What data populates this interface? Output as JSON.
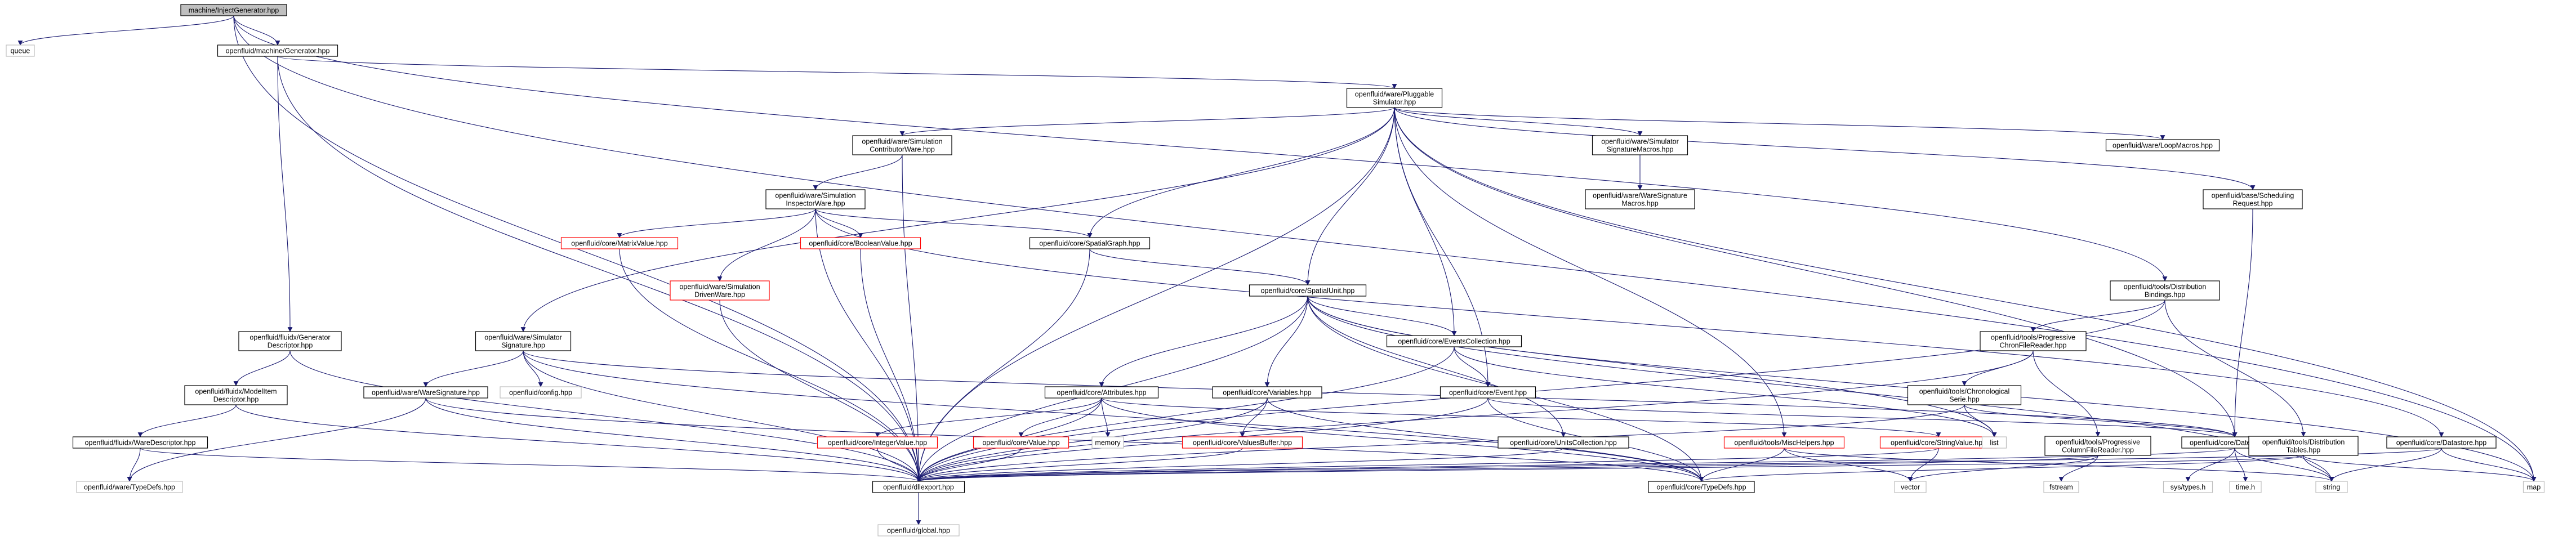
{
  "graph": {
    "nodes": [
      {
        "id": "root",
        "lines": [
          "machine/InjectGenerator.hpp"
        ],
        "kind": "root"
      },
      {
        "id": "queue",
        "lines": [
          "queue"
        ],
        "kind": "external"
      },
      {
        "id": "gen",
        "lines": [
          "openfluid/machine/Generator.hpp"
        ],
        "kind": "normal"
      },
      {
        "id": "pluggable",
        "lines": [
          "openfluid/ware/Pluggable",
          "Simulator.hpp"
        ],
        "kind": "normal"
      },
      {
        "id": "contrib",
        "lines": [
          "openfluid/ware/Simulation",
          "ContributorWare.hpp"
        ],
        "kind": "normal"
      },
      {
        "id": "simsigmacros",
        "lines": [
          "openfluid/ware/Simulator",
          "SignatureMacros.hpp"
        ],
        "kind": "normal"
      },
      {
        "id": "loopmacros",
        "lines": [
          "openfluid/ware/LoopMacros.hpp"
        ],
        "kind": "normal"
      },
      {
        "id": "schedreq",
        "lines": [
          "openfluid/base/Scheduling",
          "Request.hpp"
        ],
        "kind": "normal"
      },
      {
        "id": "waresigmacros",
        "lines": [
          "openfluid/ware/WareSignature",
          "Macros.hpp"
        ],
        "kind": "normal"
      },
      {
        "id": "inspector",
        "lines": [
          "openfluid/ware/Simulation",
          "InspectorWare.hpp"
        ],
        "kind": "normal"
      },
      {
        "id": "matrix",
        "lines": [
          "openfluid/core/MatrixValue.hpp"
        ],
        "kind": "truncated"
      },
      {
        "id": "boolean",
        "lines": [
          "openfluid/core/BooleanValue.hpp"
        ],
        "kind": "truncated"
      },
      {
        "id": "spatialgraph",
        "lines": [
          "openfluid/core/SpatialGraph.hpp"
        ],
        "kind": "normal"
      },
      {
        "id": "drivenware",
        "lines": [
          "openfluid/ware/Simulation",
          "DrivenWare.hpp"
        ],
        "kind": "truncated"
      },
      {
        "id": "spatialunit",
        "lines": [
          "openfluid/core/SpatialUnit.hpp"
        ],
        "kind": "normal"
      },
      {
        "id": "distbind",
        "lines": [
          "openfluid/tools/Distribution",
          "Bindings.hpp"
        ],
        "kind": "normal"
      },
      {
        "id": "gendesc",
        "lines": [
          "openfluid/fluidx/Generator",
          "Descriptor.hpp"
        ],
        "kind": "normal"
      },
      {
        "id": "simsig",
        "lines": [
          "openfluid/ware/Simulator",
          "Signature.hpp"
        ],
        "kind": "normal"
      },
      {
        "id": "evcoll",
        "lines": [
          "openfluid/core/EventsCollection.hpp"
        ],
        "kind": "normal"
      },
      {
        "id": "progchrono",
        "lines": [
          "openfluid/tools/Progressive",
          "ChronFileReader.hpp"
        ],
        "kind": "normal"
      },
      {
        "id": "modeldesc",
        "lines": [
          "openfluid/fluidx/ModelItem",
          "Descriptor.hpp"
        ],
        "kind": "normal"
      },
      {
        "id": "waresig",
        "lines": [
          "openfluid/ware/WareSignature.hpp"
        ],
        "kind": "normal"
      },
      {
        "id": "config",
        "lines": [
          "openfluid/config.hpp"
        ],
        "kind": "external"
      },
      {
        "id": "attributes",
        "lines": [
          "openfluid/core/Attributes.hpp"
        ],
        "kind": "normal"
      },
      {
        "id": "variables",
        "lines": [
          "openfluid/core/Variables.hpp"
        ],
        "kind": "normal"
      },
      {
        "id": "event",
        "lines": [
          "openfluid/core/Event.hpp"
        ],
        "kind": "normal"
      },
      {
        "id": "chronoserie",
        "lines": [
          "openfluid/tools/Chronological",
          "Serie.hpp"
        ],
        "kind": "normal"
      },
      {
        "id": "waredesc",
        "lines": [
          "openfluid/fluidx/WareDescriptor.hpp"
        ],
        "kind": "normal"
      },
      {
        "id": "integer",
        "lines": [
          "openfluid/core/IntegerValue.hpp"
        ],
        "kind": "truncated"
      },
      {
        "id": "value",
        "lines": [
          "openfluid/core/Value.hpp"
        ],
        "kind": "truncated"
      },
      {
        "id": "memory",
        "lines": [
          "memory"
        ],
        "kind": "external"
      },
      {
        "id": "valuesbuf",
        "lines": [
          "openfluid/core/ValuesBuffer.hpp"
        ],
        "kind": "truncated"
      },
      {
        "id": "unitscoll",
        "lines": [
          "openfluid/core/UnitsCollection.hpp"
        ],
        "kind": "normal"
      },
      {
        "id": "mischelp",
        "lines": [
          "openfluid/tools/MiscHelpers.hpp"
        ],
        "kind": "truncated"
      },
      {
        "id": "stringval",
        "lines": [
          "openfluid/core/StringValue.hpp"
        ],
        "kind": "truncated"
      },
      {
        "id": "list",
        "lines": [
          "list"
        ],
        "kind": "external"
      },
      {
        "id": "progcol",
        "lines": [
          "openfluid/tools/Progressive",
          "ColumnFileReader.hpp"
        ],
        "kind": "normal"
      },
      {
        "id": "datetime",
        "lines": [
          "openfluid/core/DateTime.hpp"
        ],
        "kind": "normal"
      },
      {
        "id": "disttables",
        "lines": [
          "openfluid/tools/Distribution",
          "Tables.hpp"
        ],
        "kind": "normal"
      },
      {
        "id": "datastore",
        "lines": [
          "openfluid/core/Datastore.hpp"
        ],
        "kind": "normal"
      },
      {
        "id": "waretypedefs",
        "lines": [
          "openfluid/ware/TypeDefs.hpp"
        ],
        "kind": "external"
      },
      {
        "id": "dllexport",
        "lines": [
          "openfluid/dllexport.hpp"
        ],
        "kind": "normal"
      },
      {
        "id": "coretypedefs",
        "lines": [
          "openfluid/core/TypeDefs.hpp"
        ],
        "kind": "normal"
      },
      {
        "id": "vector",
        "lines": [
          "vector"
        ],
        "kind": "external"
      },
      {
        "id": "fstream",
        "lines": [
          "fstream"
        ],
        "kind": "external"
      },
      {
        "id": "systypes",
        "lines": [
          "sys/types.h"
        ],
        "kind": "external"
      },
      {
        "id": "timeh",
        "lines": [
          "time.h"
        ],
        "kind": "external"
      },
      {
        "id": "string",
        "lines": [
          "string"
        ],
        "kind": "external"
      },
      {
        "id": "map",
        "lines": [
          "map"
        ],
        "kind": "external"
      },
      {
        "id": "global",
        "lines": [
          "openfluid/global.hpp"
        ],
        "kind": "external"
      }
    ],
    "edges": [
      [
        "root",
        "queue"
      ],
      [
        "root",
        "gen"
      ],
      [
        "root",
        "dllexport"
      ],
      [
        "root",
        "distbind"
      ],
      [
        "root",
        "map"
      ],
      [
        "gen",
        "pluggable"
      ],
      [
        "gen",
        "gendesc"
      ],
      [
        "gen",
        "dllexport"
      ],
      [
        "pluggable",
        "contrib"
      ],
      [
        "pluggable",
        "simsigmacros"
      ],
      [
        "pluggable",
        "loopmacros"
      ],
      [
        "pluggable",
        "schedreq"
      ],
      [
        "pluggable",
        "simsig"
      ],
      [
        "pluggable",
        "spatialgraph"
      ],
      [
        "pluggable",
        "spatialunit"
      ],
      [
        "pluggable",
        "evcoll"
      ],
      [
        "pluggable",
        "event"
      ],
      [
        "pluggable",
        "datetime"
      ],
      [
        "pluggable",
        "dllexport"
      ],
      [
        "pluggable",
        "map"
      ],
      [
        "pluggable",
        "mischelp"
      ],
      [
        "contrib",
        "inspector"
      ],
      [
        "contrib",
        "dllexport"
      ],
      [
        "simsigmacros",
        "waresigmacros"
      ],
      [
        "schedreq",
        "datetime"
      ],
      [
        "inspector",
        "matrix"
      ],
      [
        "inspector",
        "boolean"
      ],
      [
        "inspector",
        "drivenware"
      ],
      [
        "inspector",
        "spatialgraph"
      ],
      [
        "inspector",
        "dllexport"
      ],
      [
        "inspector",
        "datastore"
      ],
      [
        "matrix",
        "dllexport"
      ],
      [
        "boolean",
        "dllexport"
      ],
      [
        "drivenware",
        "dllexport"
      ],
      [
        "spatialgraph",
        "spatialunit"
      ],
      [
        "spatialgraph",
        "dllexport"
      ],
      [
        "spatialunit",
        "attributes"
      ],
      [
        "spatialunit",
        "variables"
      ],
      [
        "spatialunit",
        "evcoll"
      ],
      [
        "spatialunit",
        "unitscoll"
      ],
      [
        "spatialunit",
        "dllexport"
      ],
      [
        "spatialunit",
        "coretypedefs"
      ],
      [
        "spatialunit",
        "list"
      ],
      [
        "spatialunit",
        "map"
      ],
      [
        "spatialunit",
        "string"
      ],
      [
        "distbind",
        "progchrono"
      ],
      [
        "distbind",
        "disttables"
      ],
      [
        "distbind",
        "dllexport"
      ],
      [
        "gendesc",
        "modeldesc"
      ],
      [
        "gendesc",
        "dllexport"
      ],
      [
        "simsig",
        "waresig"
      ],
      [
        "simsig",
        "config"
      ],
      [
        "simsig",
        "dllexport"
      ],
      [
        "simsig",
        "datetime"
      ],
      [
        "simsig",
        "coretypedefs"
      ],
      [
        "evcoll",
        "event"
      ],
      [
        "evcoll",
        "dllexport"
      ],
      [
        "evcoll",
        "list"
      ],
      [
        "progchrono",
        "chronoserie"
      ],
      [
        "progchrono",
        "progcol"
      ],
      [
        "progchrono",
        "dllexport"
      ],
      [
        "modeldesc",
        "waredesc"
      ],
      [
        "modeldesc",
        "dllexport"
      ],
      [
        "waresig",
        "waretypedefs"
      ],
      [
        "waresig",
        "dllexport"
      ],
      [
        "waresig",
        "coretypedefs"
      ],
      [
        "attributes",
        "integer"
      ],
      [
        "attributes",
        "value"
      ],
      [
        "attributes",
        "memory"
      ],
      [
        "attributes",
        "stringval"
      ],
      [
        "attributes",
        "dllexport"
      ],
      [
        "attributes",
        "coretypedefs"
      ],
      [
        "variables",
        "valuesbuf"
      ],
      [
        "variables",
        "dllexport"
      ],
      [
        "variables",
        "coretypedefs"
      ],
      [
        "event",
        "datetime"
      ],
      [
        "event",
        "dllexport"
      ],
      [
        "event",
        "coretypedefs"
      ],
      [
        "chronoserie",
        "datetime"
      ],
      [
        "chronoserie",
        "dllexport"
      ],
      [
        "chronoserie",
        "list"
      ],
      [
        "waredesc",
        "waretypedefs"
      ],
      [
        "waredesc",
        "dllexport"
      ],
      [
        "integer",
        "dllexport"
      ],
      [
        "value",
        "dllexport"
      ],
      [
        "valuesbuf",
        "dllexport"
      ],
      [
        "unitscoll",
        "dllexport"
      ],
      [
        "mischelp",
        "coretypedefs"
      ],
      [
        "mischelp",
        "vector"
      ],
      [
        "mischelp",
        "string"
      ],
      [
        "stringval",
        "dllexport"
      ],
      [
        "stringval",
        "vector"
      ],
      [
        "progcol",
        "vector"
      ],
      [
        "progcol",
        "fstream"
      ],
      [
        "progcol",
        "dllexport"
      ],
      [
        "datetime",
        "systypes"
      ],
      [
        "datetime",
        "timeh"
      ],
      [
        "datetime",
        "string"
      ],
      [
        "datetime",
        "dllexport"
      ],
      [
        "disttables",
        "coretypedefs"
      ],
      [
        "disttables",
        "map"
      ],
      [
        "disttables",
        "string"
      ],
      [
        "disttables",
        "dllexport"
      ],
      [
        "datastore",
        "dllexport"
      ],
      [
        "datastore",
        "string"
      ],
      [
        "datastore",
        "map"
      ],
      [
        "dllexport",
        "global"
      ]
    ]
  }
}
